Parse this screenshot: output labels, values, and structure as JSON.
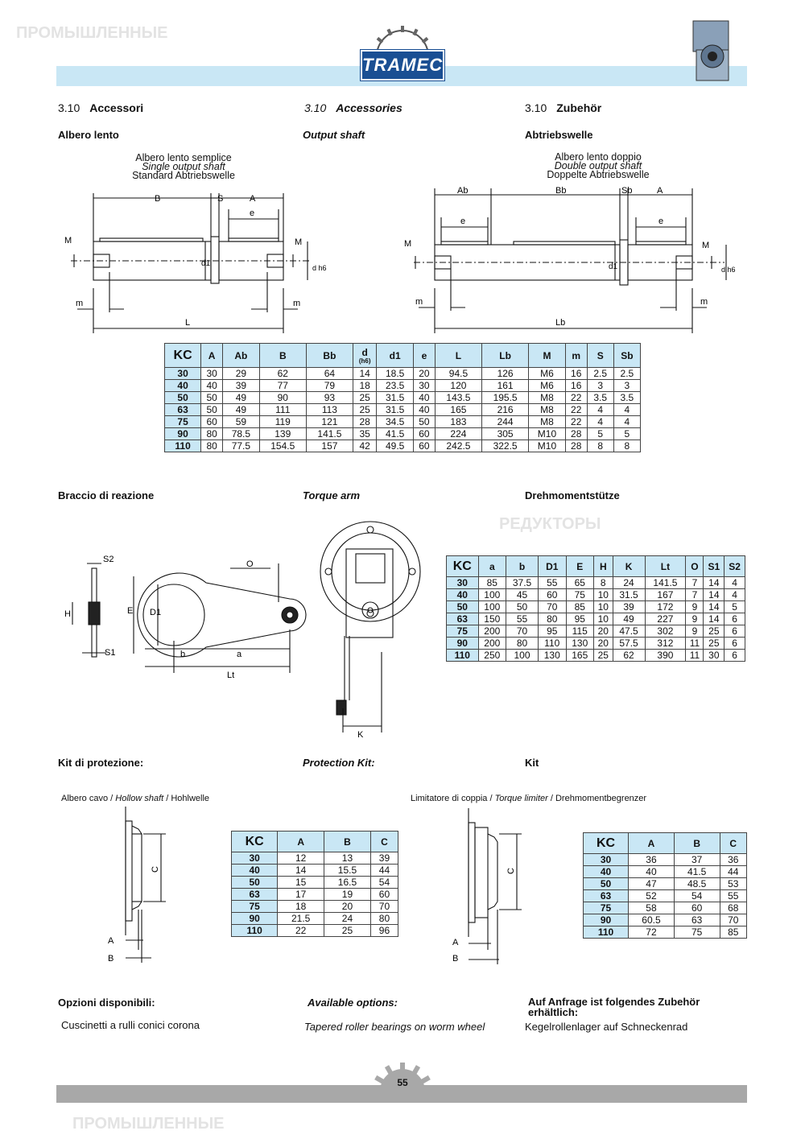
{
  "brand": {
    "logo_text": "TRAMEC",
    "watermark": [
      "ПРОМЫШЛЕННЫЕ",
      "РЕДУКТОРЫ"
    ]
  },
  "section": {
    "number": "3.10",
    "title_it": "Accessori",
    "title_en": "Accessories",
    "title_de": "Zubehör"
  },
  "output_shaft": {
    "heading_it": "Albero lento",
    "heading_en": "Output shaft",
    "heading_de": "Abtriebswelle",
    "single": {
      "it": "Albero lento semplice",
      "en": "Single output shaft",
      "de": "Standard Abtriebswelle"
    },
    "double": {
      "it": "Albero lento doppio",
      "en": "Double output shaft",
      "de": "Doppelte Abtriebswelle"
    },
    "dim_labels": {
      "B": "B",
      "S": "S",
      "A": "A",
      "e": "e",
      "M": "M",
      "d1": "d1",
      "dh6": "d h6",
      "m": "m",
      "L": "L",
      "Ab": "Ab",
      "Bb": "Bb",
      "Sb": "Sb",
      "Lb": "Lb"
    },
    "table": {
      "headers": [
        "KC",
        "A",
        "Ab",
        "B",
        "Bb",
        "d",
        "d1",
        "e",
        "L",
        "Lb",
        "M",
        "m",
        "S",
        "Sb"
      ],
      "d_sub": "(h6)",
      "rows": [
        [
          "30",
          "30",
          "29",
          "62",
          "64",
          "14",
          "18.5",
          "20",
          "94.5",
          "126",
          "M6",
          "16",
          "2.5",
          "2.5"
        ],
        [
          "40",
          "40",
          "39",
          "77",
          "79",
          "18",
          "23.5",
          "30",
          "120",
          "161",
          "M6",
          "16",
          "3",
          "3"
        ],
        [
          "50",
          "50",
          "49",
          "90",
          "93",
          "25",
          "31.5",
          "40",
          "143.5",
          "195.5",
          "M8",
          "22",
          "3.5",
          "3.5"
        ],
        [
          "63",
          "50",
          "49",
          "111",
          "113",
          "25",
          "31.5",
          "40",
          "165",
          "216",
          "M8",
          "22",
          "4",
          "4"
        ],
        [
          "75",
          "60",
          "59",
          "119",
          "121",
          "28",
          "34.5",
          "50",
          "183",
          "244",
          "M8",
          "22",
          "4",
          "4"
        ],
        [
          "90",
          "80",
          "78.5",
          "139",
          "141.5",
          "35",
          "41.5",
          "60",
          "224",
          "305",
          "M10",
          "28",
          "5",
          "5"
        ],
        [
          "110",
          "80",
          "77.5",
          "154.5",
          "157",
          "42",
          "49.5",
          "60",
          "242.5",
          "322.5",
          "M10",
          "28",
          "8",
          "8"
        ]
      ]
    }
  },
  "torque_arm": {
    "heading_it": "Braccio di reazione",
    "heading_en": "Torque arm",
    "heading_de": "Drehmomentstütze",
    "dim_labels": {
      "S2": "S2",
      "O": "O",
      "H": "H",
      "E": "E",
      "D1": "D1",
      "S1": "S1",
      "b": "b",
      "a": "a",
      "Lt": "Lt",
      "K": "K"
    },
    "table": {
      "headers": [
        "KC",
        "a",
        "b",
        "D1",
        "E",
        "H",
        "K",
        "Lt",
        "O",
        "S1",
        "S2"
      ],
      "rows": [
        [
          "30",
          "85",
          "37.5",
          "55",
          "65",
          "8",
          "24",
          "141.5",
          "7",
          "14",
          "4"
        ],
        [
          "40",
          "100",
          "45",
          "60",
          "75",
          "10",
          "31.5",
          "167",
          "7",
          "14",
          "4"
        ],
        [
          "50",
          "100",
          "50",
          "70",
          "85",
          "10",
          "39",
          "172",
          "9",
          "14",
          "5"
        ],
        [
          "63",
          "150",
          "55",
          "80",
          "95",
          "10",
          "49",
          "227",
          "9",
          "14",
          "6"
        ],
        [
          "75",
          "200",
          "70",
          "95",
          "115",
          "20",
          "47.5",
          "302",
          "9",
          "25",
          "6"
        ],
        [
          "90",
          "200",
          "80",
          "110",
          "130",
          "20",
          "57.5",
          "312",
          "11",
          "25",
          "6"
        ],
        [
          "110",
          "250",
          "100",
          "130",
          "165",
          "25",
          "62",
          "390",
          "11",
          "30",
          "6"
        ]
      ]
    }
  },
  "protection_kit": {
    "heading_it": "Kit di protezione:",
    "heading_en": "Protection Kit:",
    "heading_de": "Kit",
    "hollow": {
      "it": "Albero cavo /",
      "en": "Hollow shaft",
      "de": "/ Hohlwelle"
    },
    "limiter": {
      "it": "Limitatore di coppia /",
      "en": "Torque limiter",
      "de": "/ Drehmomentbegrenzer"
    },
    "dim_labels": {
      "A": "A",
      "B": "B",
      "C": "C"
    },
    "table1": {
      "headers": [
        "KC",
        "A",
        "B",
        "C"
      ],
      "rows": [
        [
          "30",
          "12",
          "13",
          "39"
        ],
        [
          "40",
          "14",
          "15.5",
          "44"
        ],
        [
          "50",
          "15",
          "16.5",
          "54"
        ],
        [
          "63",
          "17",
          "19",
          "60"
        ],
        [
          "75",
          "18",
          "20",
          "70"
        ],
        [
          "90",
          "21.5",
          "24",
          "80"
        ],
        [
          "110",
          "22",
          "25",
          "96"
        ]
      ]
    },
    "table2": {
      "headers": [
        "KC",
        "A",
        "B",
        "C"
      ],
      "rows": [
        [
          "30",
          "36",
          "37",
          "36"
        ],
        [
          "40",
          "40",
          "41.5",
          "44"
        ],
        [
          "50",
          "47",
          "48.5",
          "53"
        ],
        [
          "63",
          "52",
          "54",
          "55"
        ],
        [
          "75",
          "58",
          "60",
          "68"
        ],
        [
          "90",
          "60.5",
          "63",
          "70"
        ],
        [
          "110",
          "72",
          "75",
          "85"
        ]
      ]
    }
  },
  "options": {
    "heading_it": "Opzioni disponibili:",
    "heading_en": "Available options:",
    "heading_de": "Auf Anfrage ist folgendes Zubehör erhältlich:",
    "item_it": "Cuscinetti a rulli conici corona",
    "item_en": "Tapered roller bearings on worm wheel",
    "item_de": "Kegelrollenlager auf Schneckenrad"
  },
  "footer": {
    "page_number": "55"
  }
}
